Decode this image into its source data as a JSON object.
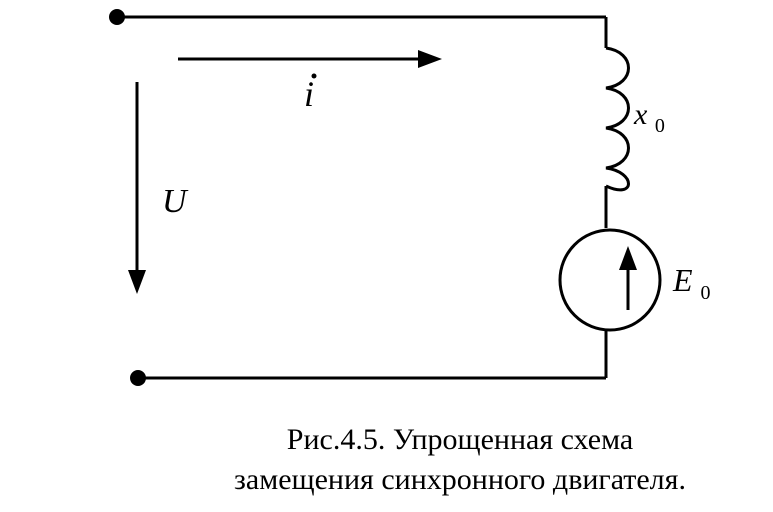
{
  "labels": {
    "current": "i",
    "voltage": "U",
    "reactance": "x",
    "reactance_sub": "0",
    "emf": "E",
    "emf_sub": "0"
  },
  "caption": {
    "line1": "Рис.4.5. Упрощенная схема",
    "line2": "замещения синхронного двигателя."
  }
}
